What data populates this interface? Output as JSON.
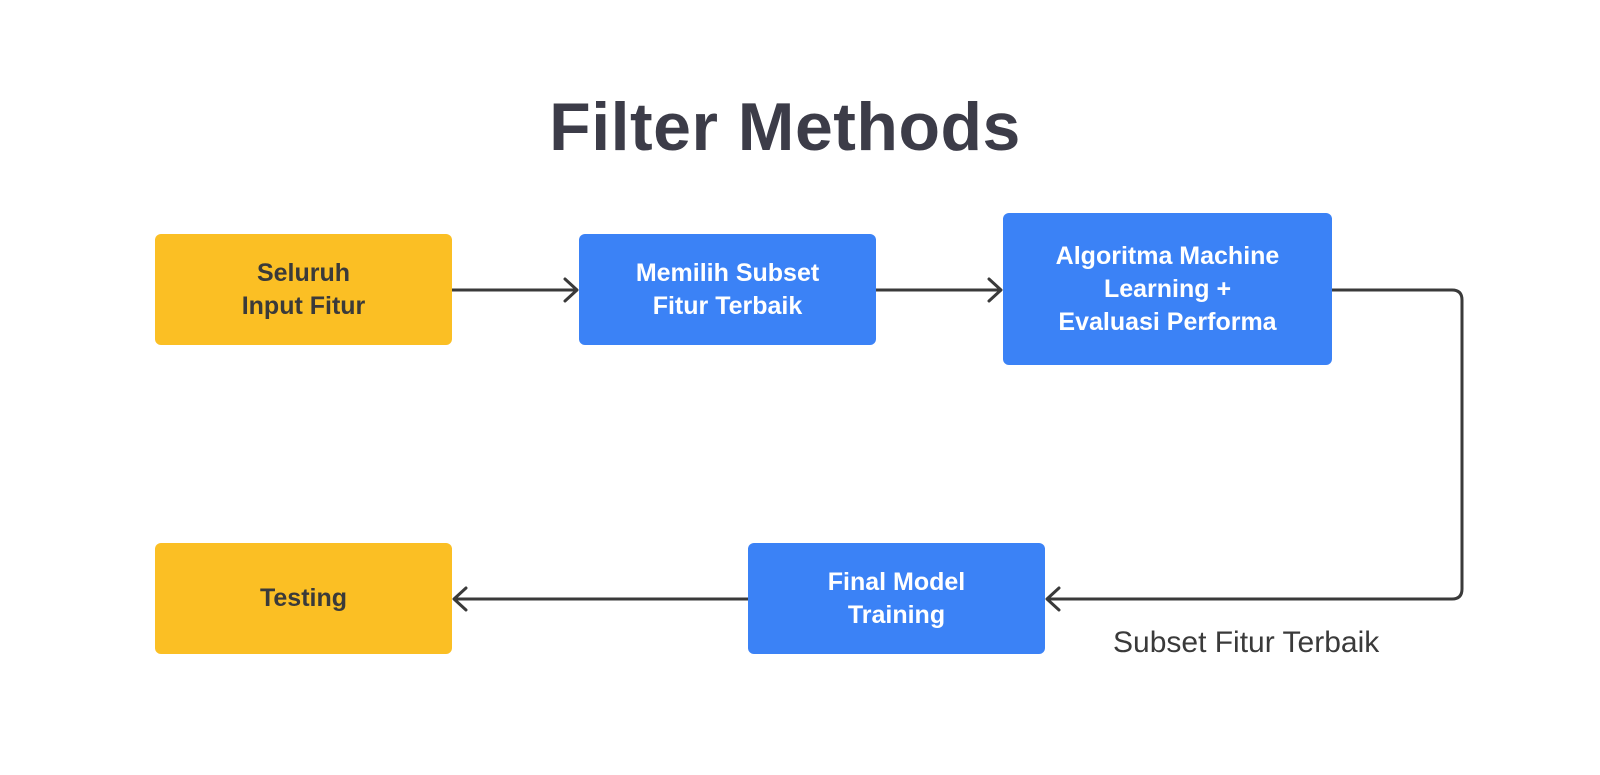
{
  "title": "Filter Methods",
  "colors": {
    "yellow": "#FBBF24",
    "blue": "#3B82F6",
    "connector": "#3a3a3a"
  },
  "nodes": {
    "input": "Seluruh\nInput Fitur",
    "subset": "Memilih Subset\nFitur Terbaik",
    "algorithm": "Algoritma Machine\nLearning +\nEvaluasi Performa",
    "final": "Final Model\nTraining",
    "testing": "Testing"
  },
  "edges": [
    {
      "from": "input",
      "to": "subset",
      "label": ""
    },
    {
      "from": "subset",
      "to": "algorithm",
      "label": ""
    },
    {
      "from": "algorithm",
      "to": "final",
      "label": "Subset Fitur Terbaik"
    },
    {
      "from": "final",
      "to": "testing",
      "label": ""
    }
  ]
}
